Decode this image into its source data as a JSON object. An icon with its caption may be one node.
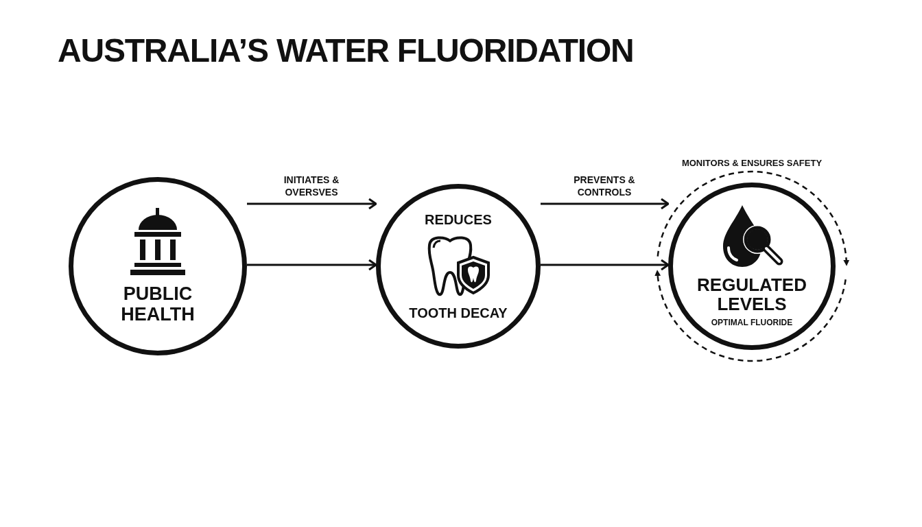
{
  "diagram": {
    "title": "AUSTRALIA’S WATER FLUORIDATION",
    "nodes": [
      {
        "text": [
          "PUBLIC HEALTH"
        ]
      },
      {
        "text": [
          "REDUCES",
          "TOOTH DECAY"
        ]
      },
      {
        "text": [
          "REGULATED LEVELS",
          "OPTIMAL FLUORIDE"
        ]
      }
    ],
    "edges": [
      {
        "from": 0,
        "to": 1,
        "arrow": "to",
        "label": "INITIATES & OVERSVES"
      },
      {
        "from": 0,
        "to": 1,
        "arrow": "to"
      },
      {
        "from": 1,
        "to": 2,
        "arrow": "to",
        "label": "PREVENTS & CONTROLS"
      },
      {
        "from": 1,
        "to": 2,
        "arrow": "to"
      }
    ],
    "labels": [
      "MONITORS & ENSURES SAFETY"
    ]
  }
}
